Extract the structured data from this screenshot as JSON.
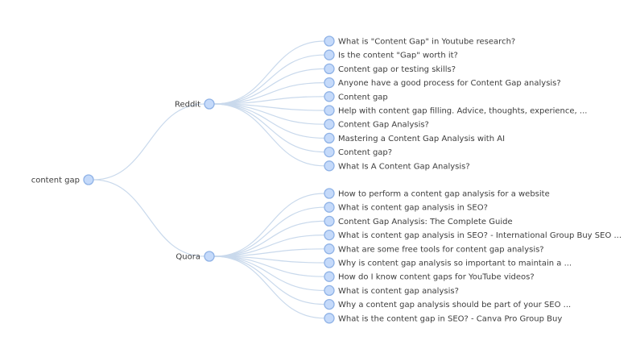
{
  "root": {
    "label": "content gap",
    "children": [
      {
        "label": "Reddit",
        "children": [
          "What is \"Content Gap\" in Youtube research?",
          "Is the content \"Gap\" worth it?",
          "Content gap or testing skills?",
          "Anyone have a good process for Content Gap analysis?",
          "Content gap",
          "Help with content gap filling. Advice, thoughts, experience, ...",
          "Content Gap Analysis?",
          "Mastering a Content Gap Analysis with AI",
          "Content gap?",
          "What Is A Content Gap Analysis?"
        ]
      },
      {
        "label": "Quora",
        "children": [
          "How to perform a content gap analysis for a website",
          "What is content gap analysis in SEO?",
          "Content Gap Analysis: The Complete Guide",
          "What is content gap analysis in SEO? - International Group Buy SEO ...",
          "What are some free tools for content gap analysis?",
          "Why is content gap analysis so important to maintain a ...",
          "How do I know content gaps for YouTube videos?",
          "What is content gap analysis?",
          "Why a content gap analysis should be part of your SEO ...",
          "What is the content gap in SEO? - Canva Pro Group Buy"
        ]
      }
    ]
  },
  "colors": {
    "link": "#c9d9ec",
    "node_fill": "#c5dafa",
    "node_stroke": "#8fb2e6",
    "text": "#3d3d3d"
  }
}
